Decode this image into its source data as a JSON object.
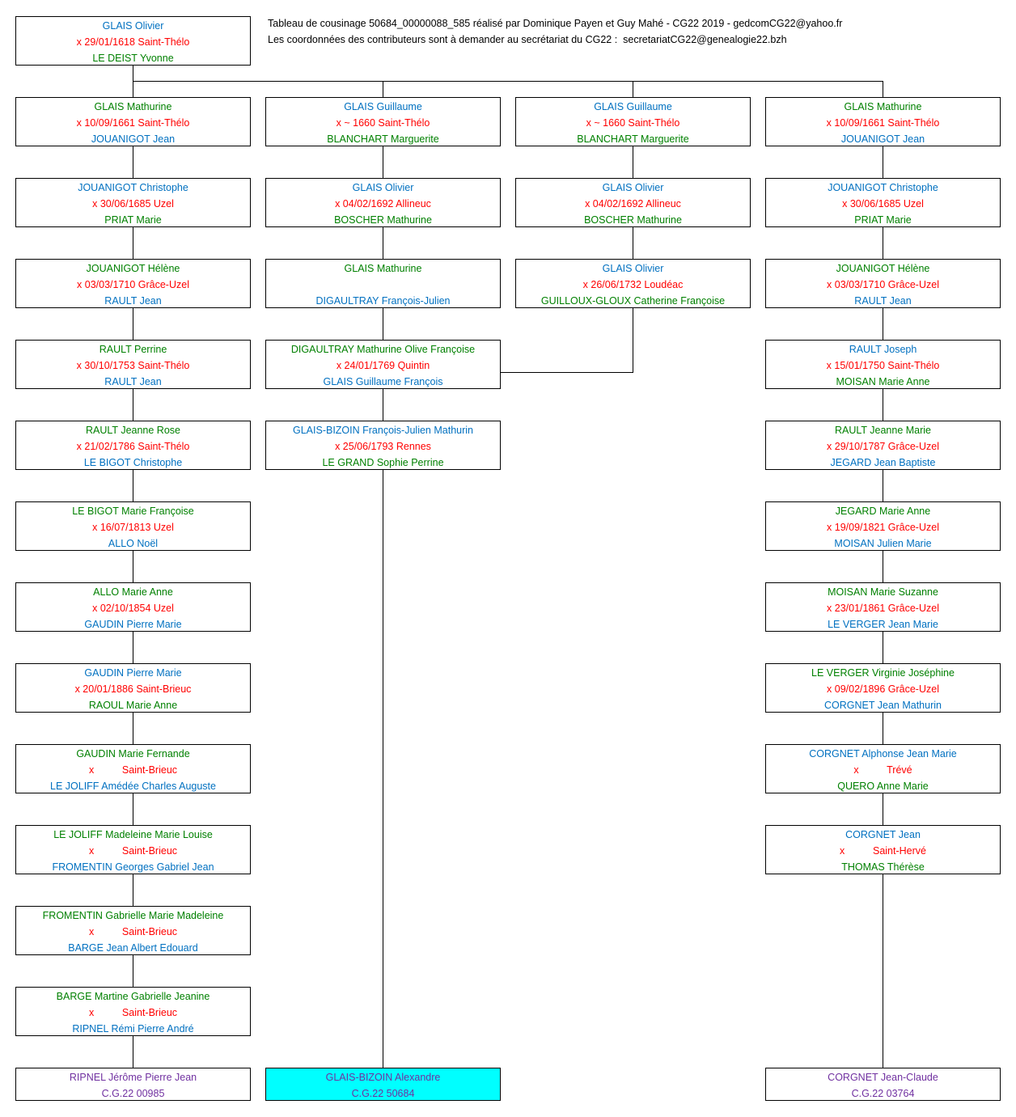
{
  "header": {
    "line1": "Tableau de cousinage 50684_00000088_585 réalisé par Dominique Payen et Guy Mahé - CG22 2019 - gedcomCG22@yahoo.fr",
    "line2": "Les coordonnées des contributeurs sont à demander au secrétariat du CG22 :  secretariatCG22@genealogie22.bzh"
  },
  "colors": {
    "blue": "#0070c0",
    "green": "#008000",
    "red": "#ff0000",
    "purple": "#7030a0",
    "highlight": "#00ffff"
  },
  "root": {
    "l0": "GLAIS Olivier",
    "l1": "x 29/01/1618 Saint-Thélo",
    "l2": "LE DEIST Yvonne"
  },
  "col1": [
    {
      "l0": "GLAIS Mathurine",
      "l1": "x 10/09/1661 Saint-Thélo",
      "l2": "JOUANIGOT Jean"
    },
    {
      "l0": "JOUANIGOT Christophe",
      "l1": "x 30/06/1685 Uzel",
      "l2": "PRIAT Marie"
    },
    {
      "l0": "JOUANIGOT Hélène",
      "l1": "x 03/03/1710 Grâce-Uzel",
      "l2": "RAULT Jean"
    },
    {
      "l0": "RAULT Perrine",
      "l1": "x 30/10/1753 Saint-Thélo",
      "l2": "RAULT Jean"
    },
    {
      "l0": "RAULT Jeanne Rose",
      "l1": "x 21/02/1786 Saint-Thélo",
      "l2": "LE BIGOT Christophe"
    },
    {
      "l0": "LE BIGOT Marie Françoise",
      "l1": "x 16/07/1813 Uzel",
      "l2": "ALLO Noël"
    },
    {
      "l0": "ALLO Marie Anne",
      "l1": "x 02/10/1854 Uzel",
      "l2": "GAUDIN Pierre Marie"
    },
    {
      "l0": "GAUDIN Pierre Marie",
      "l1": "x 20/01/1886 Saint-Brieuc",
      "l2": "RAOUL Marie Anne"
    },
    {
      "l0": "GAUDIN Marie Fernande",
      "l1": "x          Saint-Brieuc",
      "l2": "LE JOLIFF Amédée Charles Auguste"
    },
    {
      "l0": "LE JOLIFF Madeleine Marie Louise",
      "l1": "x          Saint-Brieuc",
      "l2": "FROMENTIN Georges Gabriel Jean"
    },
    {
      "l0": "FROMENTIN Gabrielle Marie Madeleine",
      "l1": "x          Saint-Brieuc",
      "l2": "BARGE Jean Albert Edouard"
    },
    {
      "l0": "BARGE Martine Gabrielle Jeanine",
      "l1": "x          Saint-Brieuc",
      "l2": "RIPNEL Rémi Pierre André"
    }
  ],
  "col1_final": {
    "l0": "RIPNEL Jérôme Pierre Jean",
    "l1": "C.G.22 00985"
  },
  "col2": [
    {
      "l0": "GLAIS Guillaume",
      "l1": "x ~ 1660 Saint-Thélo",
      "l2": "BLANCHART Marguerite"
    },
    {
      "l0": "GLAIS Olivier",
      "l1": "x 04/02/1692 Allineuc",
      "l2": "BOSCHER Mathurine"
    },
    {
      "l0": "GLAIS Mathurine",
      "l1": "",
      "l2": "DIGAULTRAY François-Julien"
    },
    {
      "l0": "DIGAULTRAY Mathurine Olive Françoise",
      "l1": "x 24/01/1769 Quintin",
      "l2": "GLAIS Guillaume François"
    },
    {
      "l0": "GLAIS-BIZOIN François-Julien Mathurin",
      "l1": "x 25/06/1793 Rennes",
      "l2": "LE GRAND Sophie Perrine"
    }
  ],
  "col2_final": {
    "l0": "GLAIS-BIZOIN Alexandre",
    "l1": "C.G.22 50684"
  },
  "col3": [
    {
      "l0": "GLAIS Guillaume",
      "l1": "x ~ 1660 Saint-Thélo",
      "l2": "BLANCHART Marguerite"
    },
    {
      "l0": "GLAIS Olivier",
      "l1": "x 04/02/1692 Allineuc",
      "l2": "BOSCHER Mathurine"
    },
    {
      "l0": "GLAIS Olivier",
      "l1": "x 26/06/1732 Loudéac",
      "l2": "GUILLOUX-GLOUX Catherine Françoise"
    }
  ],
  "col4": [
    {
      "l0": "GLAIS Mathurine",
      "l1": "x 10/09/1661 Saint-Thélo",
      "l2": "JOUANIGOT Jean"
    },
    {
      "l0": "JOUANIGOT Christophe",
      "l1": "x 30/06/1685 Uzel",
      "l2": "PRIAT Marie"
    },
    {
      "l0": "JOUANIGOT Hélène",
      "l1": "x 03/03/1710 Grâce-Uzel",
      "l2": "RAULT Jean"
    },
    {
      "l0": "RAULT Joseph",
      "l1": "x 15/01/1750 Saint-Thélo",
      "l2": "MOISAN Marie Anne"
    },
    {
      "l0": "RAULT Jeanne Marie",
      "l1": "x 29/10/1787 Grâce-Uzel",
      "l2": "JEGARD Jean Baptiste"
    },
    {
      "l0": "JEGARD Marie Anne",
      "l1": "x 19/09/1821 Grâce-Uzel",
      "l2": "MOISAN Julien Marie"
    },
    {
      "l0": "MOISAN Marie Suzanne",
      "l1": "x 23/01/1861 Grâce-Uzel",
      "l2": "LE VERGER Jean Marie"
    },
    {
      "l0": "LE VERGER Virginie Joséphine",
      "l1": "x 09/02/1896 Grâce-Uzel",
      "l2": "CORGNET Jean Mathurin"
    },
    {
      "l0": "CORGNET Alphonse Jean Marie",
      "l1": "x          Trévé",
      "l2": "QUERO Anne Marie"
    },
    {
      "l0": "CORGNET Jean",
      "l1": "x          Saint-Hervé",
      "l2": "THOMAS Thérèse"
    }
  ],
  "col4_final": {
    "l0": "CORGNET Jean-Claude",
    "l1": "C.G.22 03764"
  }
}
